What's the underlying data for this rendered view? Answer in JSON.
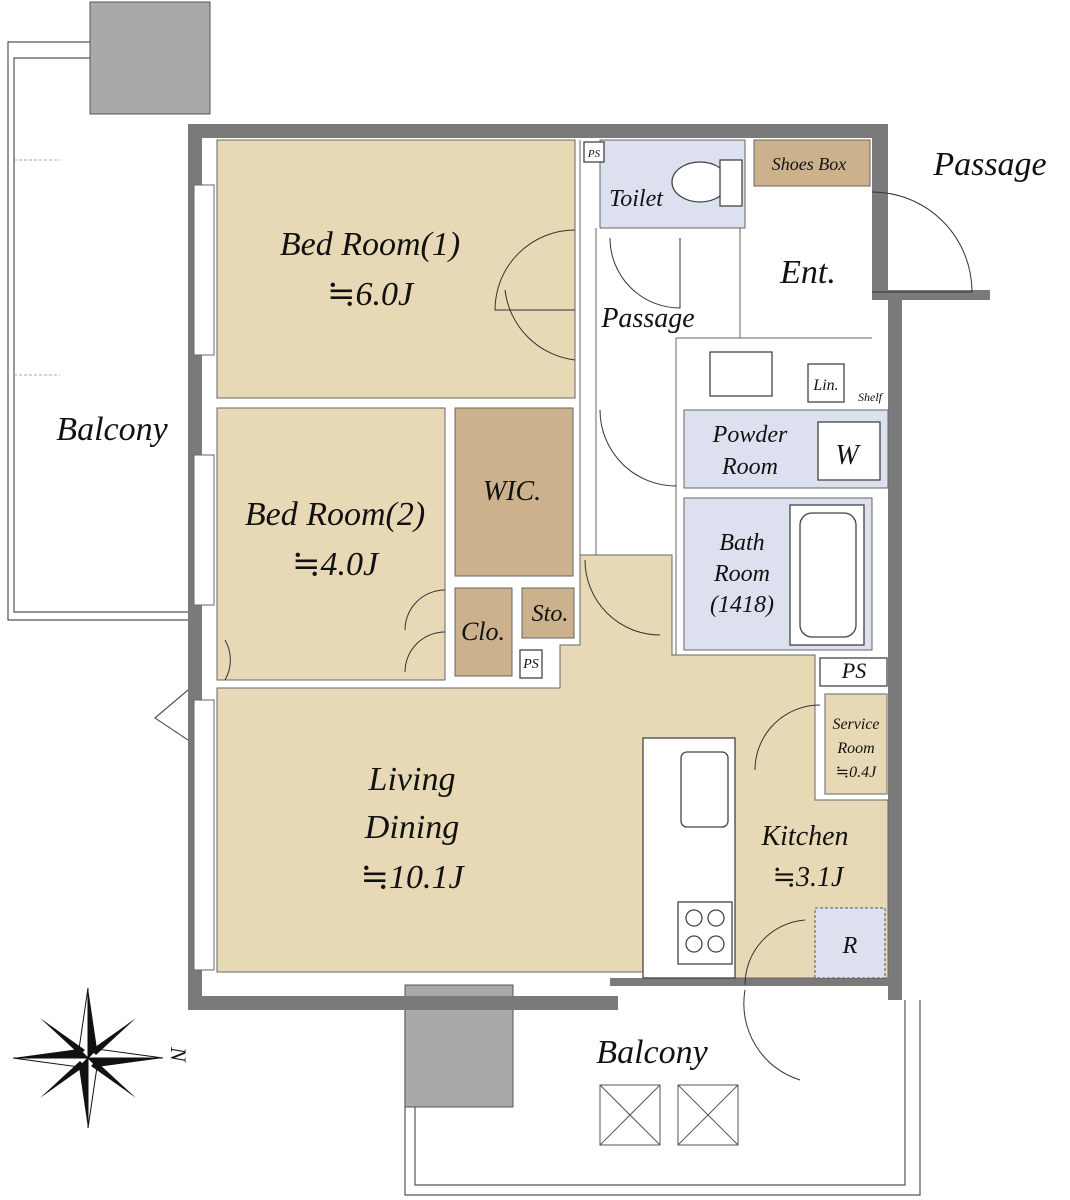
{
  "plan": {
    "compass": {
      "north_label": "N"
    },
    "rooms": {
      "bed1": {
        "name": "Bed Room(1)",
        "size": "≒6.0J"
      },
      "bed2": {
        "name": "Bed Room(2)",
        "size": "≒4.0J"
      },
      "living": {
        "line1": "Living",
        "line2": "Dining",
        "size": "≒10.1J"
      },
      "kitchen": {
        "name": "Kitchen",
        "size": "≒3.1J"
      },
      "wic": "WIC.",
      "clo": "Clo.",
      "sto": "Sto.",
      "toilet": "Toilet",
      "shoes_box": "Shoes Box",
      "entrance": "Ent.",
      "passage_inner": "Passage",
      "passage_outer": "Passage",
      "powder": {
        "line1": "Powder",
        "line2": "Room"
      },
      "washer": "W",
      "lin": "Lin.",
      "shelf": "Shelf",
      "bath": {
        "line1": "Bath",
        "line2": "Room",
        "line3": "(1418)"
      },
      "service": {
        "line1": "Service",
        "line2": "Room",
        "size": "≒0.4J"
      },
      "refrigerator": "R",
      "ps_top": "PS",
      "ps_mid": "PS",
      "ps_right": "PS",
      "balcony_west": "Balcony",
      "balcony_south": "Balcony"
    },
    "colors": {
      "room_fill": "#e8d9b6",
      "closet_fill": "#cbb28c",
      "wet_fill": "#dde0ee",
      "wall": "#7a7a7a",
      "column": "#a9a9a9"
    }
  }
}
